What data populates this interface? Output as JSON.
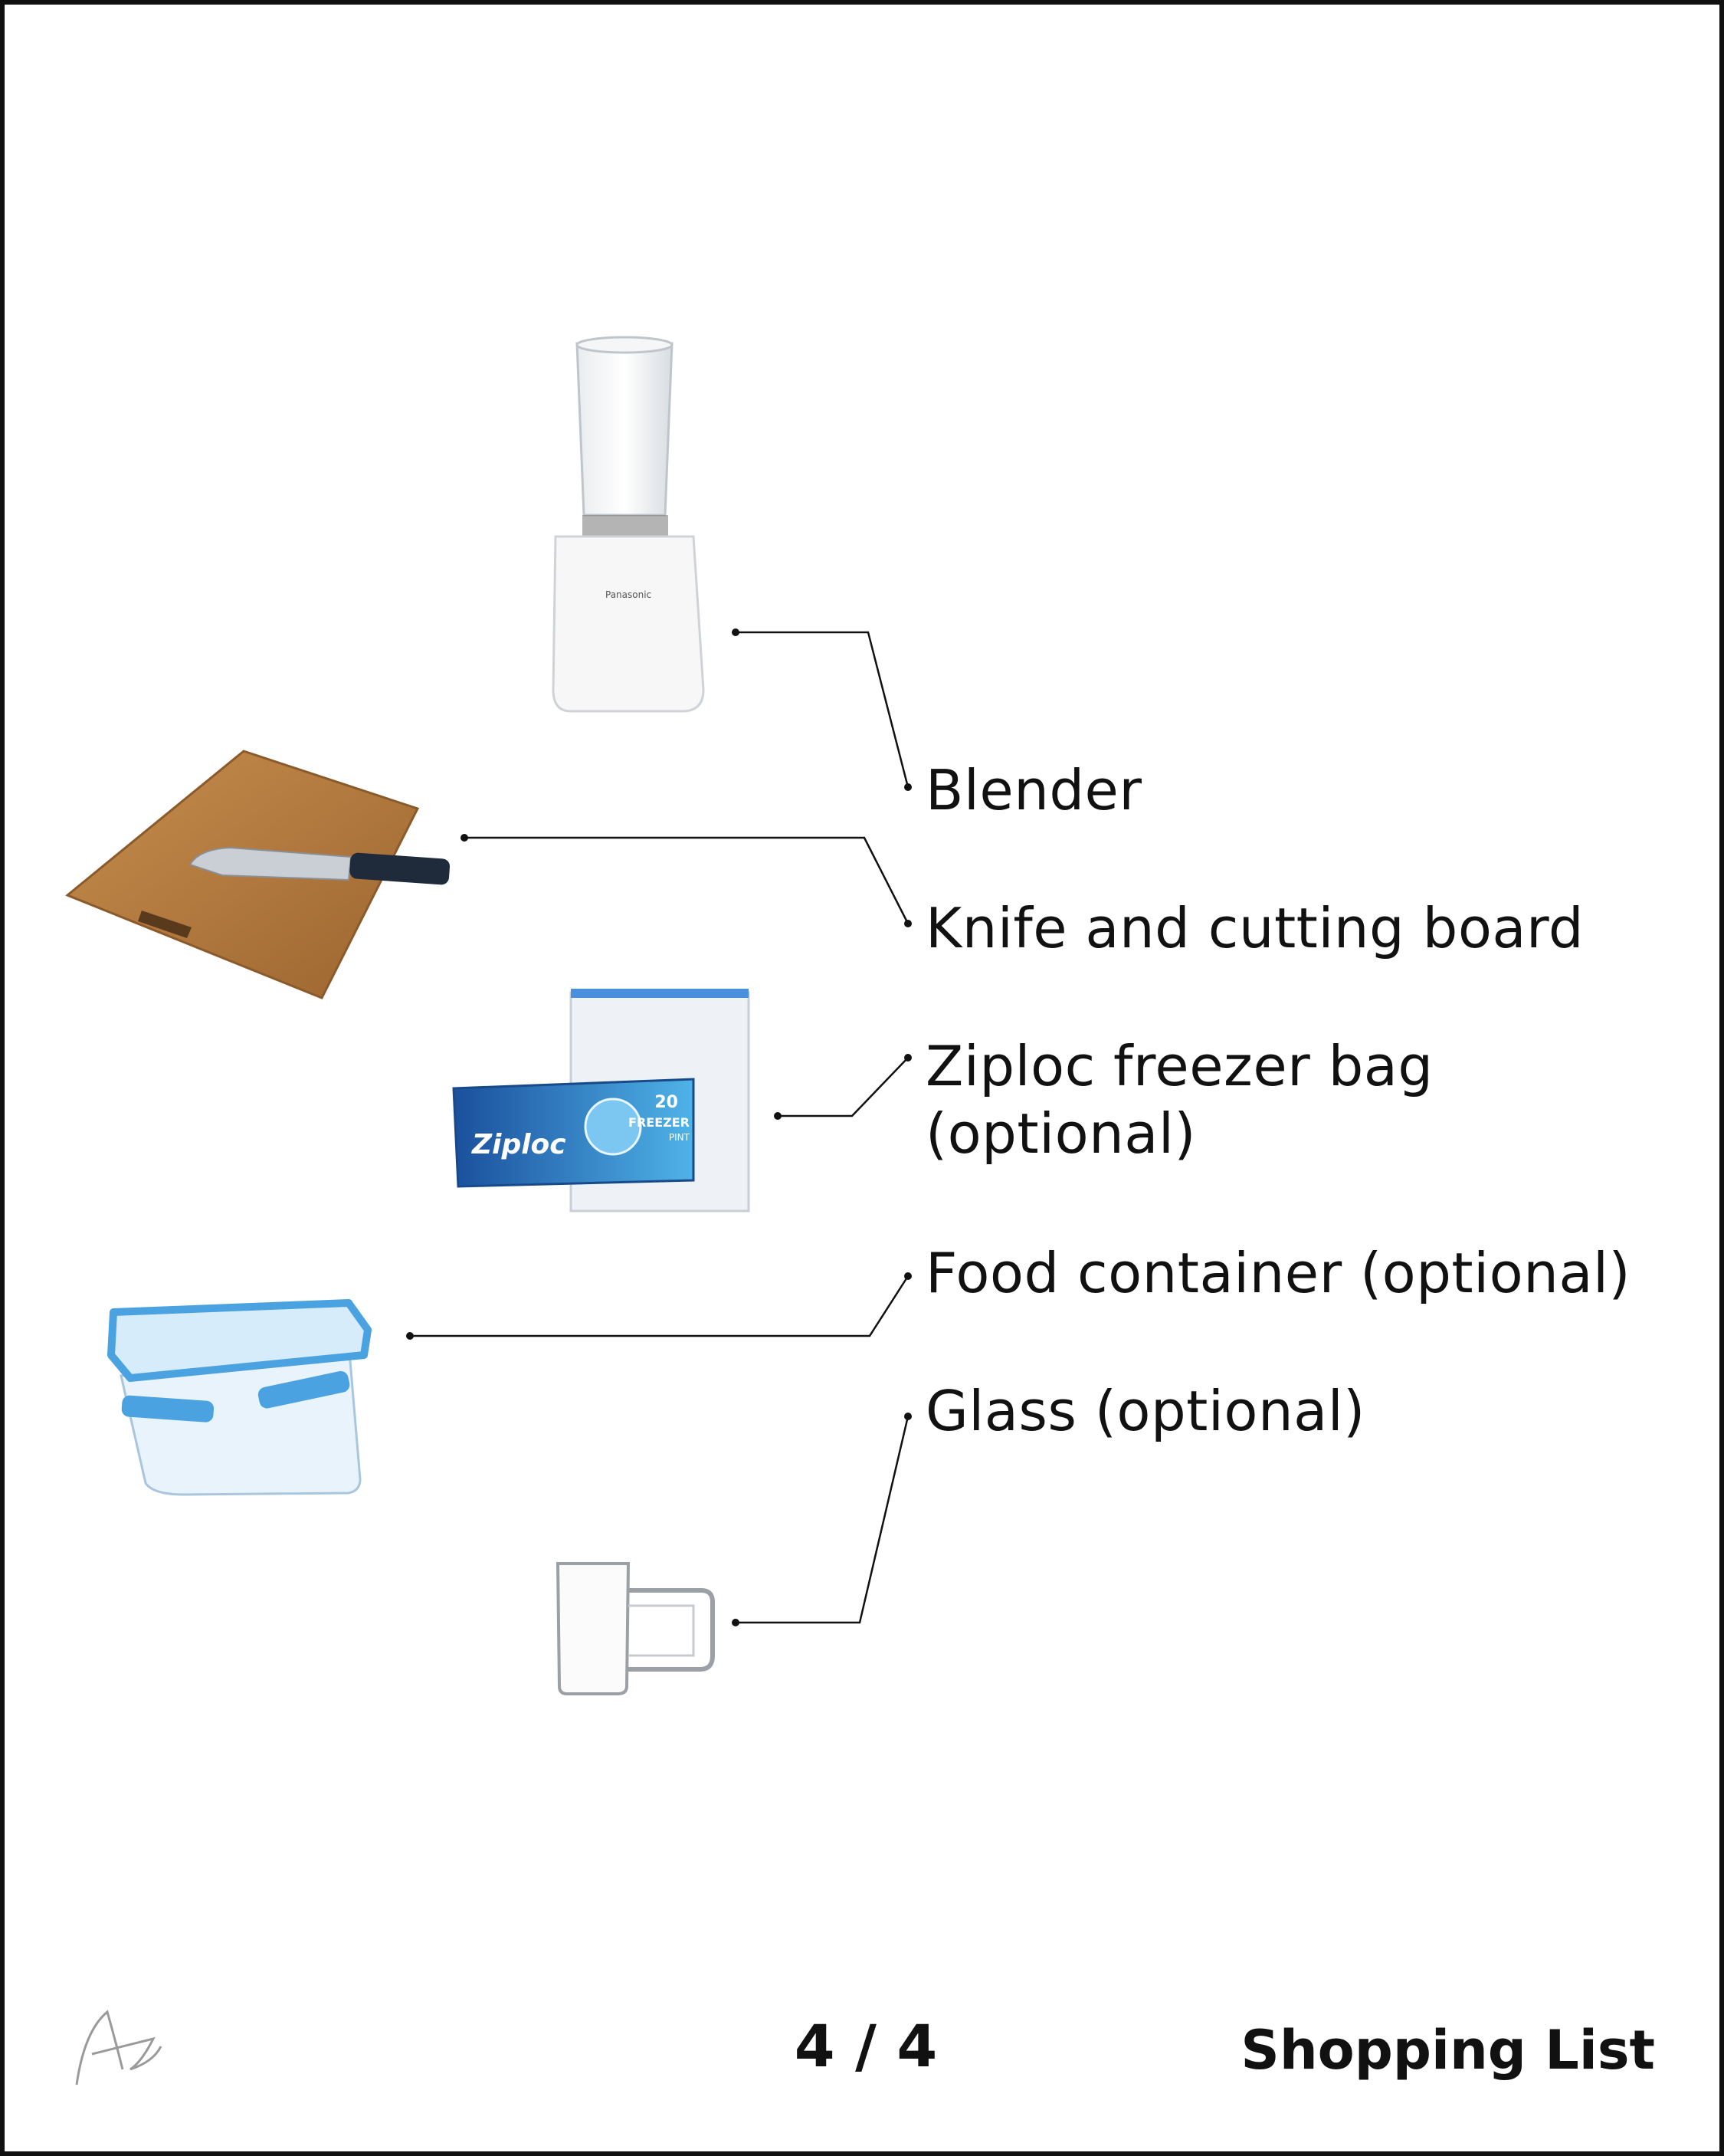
{
  "items": [
    {
      "label": "Blender",
      "icon": "blender-icon"
    },
    {
      "label": "Knife and cutting board",
      "icon": "knife-cutting-board-icon"
    },
    {
      "label_line1": "Ziploc freezer bag",
      "label_line2": "(optional)",
      "icon": "ziploc-bag-icon",
      "package_brand": "Ziploc",
      "package_count": "20",
      "package_type": "FREEZER",
      "package_size": "PINT"
    },
    {
      "label": "Food container (optional)",
      "icon": "food-container-icon"
    },
    {
      "label": "Glass (optional)",
      "icon": "glass-mug-icon"
    }
  ],
  "blender_brand": "Panasonic",
  "footer": {
    "page": "4 / 4",
    "title": "Shopping List",
    "signature_icon": "signature-icon"
  },
  "colors": {
    "ink": "#111111",
    "wood": "#b07a3f",
    "container_blue": "#4aa3e0",
    "ziploc_blue": "#1f5fb0"
  }
}
